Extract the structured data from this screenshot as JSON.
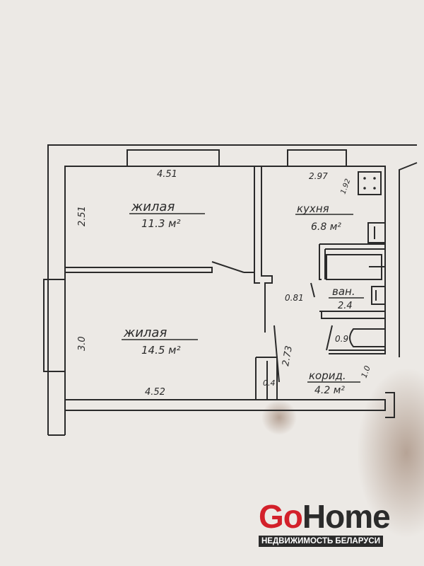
{
  "rooms": {
    "living_1": {
      "name": "жилая",
      "area": "11.3 м²",
      "width": "4.51",
      "depth": "2.51"
    },
    "living_2": {
      "name": "жилая",
      "area": "14.5 м²",
      "width": "4.52",
      "depth": "3.0"
    },
    "kitchen": {
      "name": "кухня",
      "area": "6.8 м²",
      "width": "2.97",
      "depth": "1.92"
    },
    "bathroom": {
      "name": "ван.",
      "area": "2.4",
      "door": "0.81"
    },
    "toilet": {
      "width": "0.9"
    },
    "corridor": {
      "name": "корид.",
      "area": "4.2 м²",
      "length": "2.73",
      "width": "1.0"
    },
    "closet": {
      "width": "0.4"
    }
  },
  "logo": {
    "go": "Go",
    "home": "Home",
    "tagline": "НЕДВИЖИМОСТЬ БЕЛАРУСИ",
    "brand_color": "#d3202a"
  }
}
